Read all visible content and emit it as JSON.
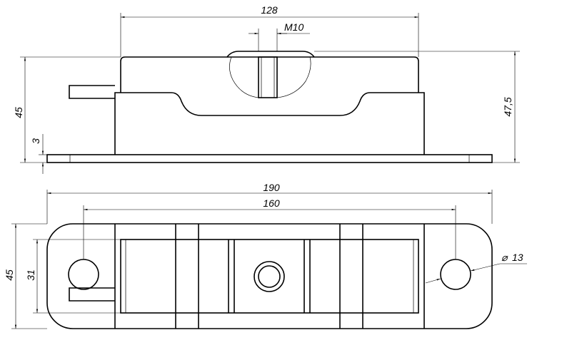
{
  "drawing": {
    "dimensions": {
      "top_length": "128",
      "thread": "M10",
      "height_left": "45",
      "base_thickness": "3",
      "height_right": "47,5",
      "total_length": "190",
      "hole_spacing": "160",
      "width": "45",
      "inner_width": "31",
      "hole_diameter": "13"
    },
    "symbols": {
      "diameter": "⌀"
    },
    "colors": {
      "line": "#000000",
      "background": "#ffffff"
    }
  }
}
